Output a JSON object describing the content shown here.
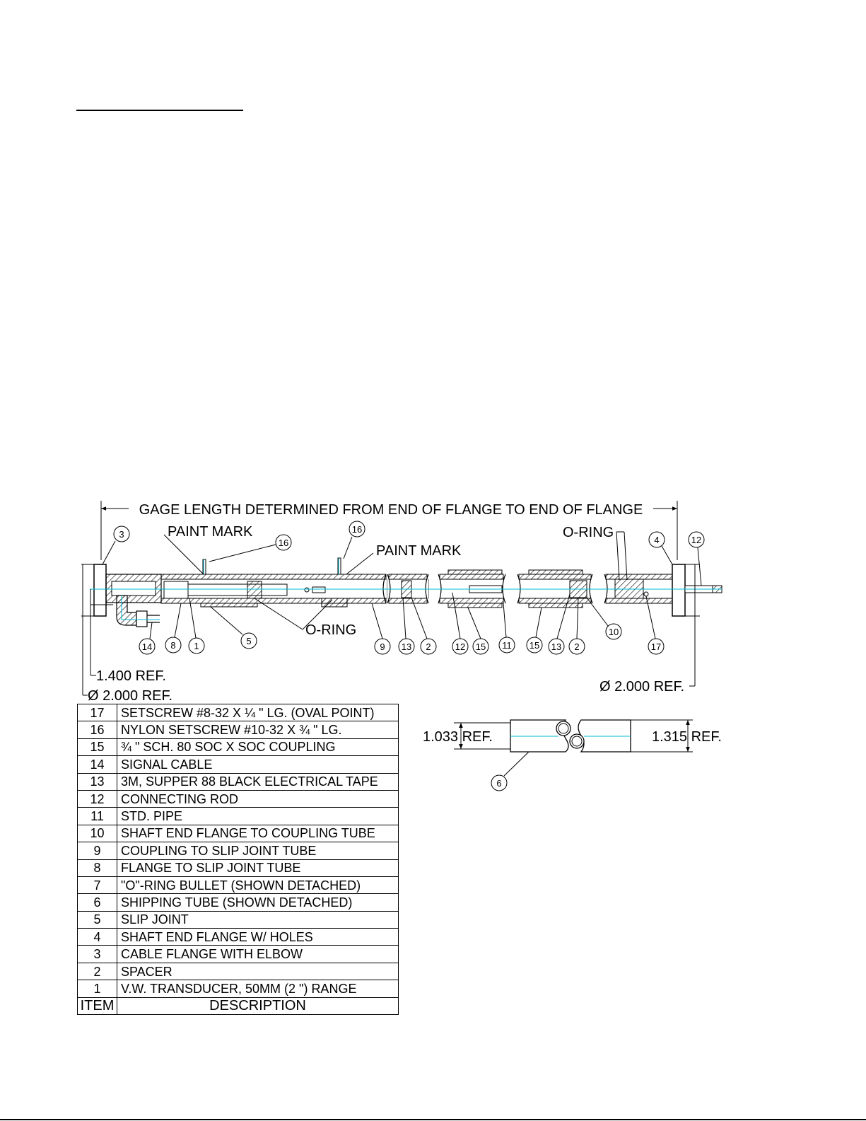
{
  "drawing": {
    "gage_length": "GAGE LENGTH DETERMINED FROM END OF FLANGE TO END OF FLANGE",
    "paint_mark": "PAINT MARK",
    "o_ring": "O-RING",
    "dim_1400": "1.400 REF.",
    "dim_2000_left": "Ø 2.000 REF.",
    "dim_2000_right": "Ø 2.000 REF.",
    "dim_1033": "1.033 REF.",
    "dim_1315": "1.315 REF.",
    "balloons": {
      "b3": "3",
      "b16a": "16",
      "b16b": "16",
      "b4": "4",
      "b12top": "12",
      "b14": "14",
      "b8": "8",
      "b1": "1",
      "b5": "5",
      "b9": "9",
      "b13a": "13",
      "b2a": "2",
      "b12b": "12",
      "b15a": "15",
      "b11": "11",
      "b15b": "15",
      "b13b": "13",
      "b2b": "2",
      "b10": "10",
      "b17": "17",
      "b6": "6"
    }
  },
  "bom": {
    "rows": [
      {
        "item": "17",
        "desc": "SETSCREW #8-32 X ¼ \" LG. (OVAL POINT)"
      },
      {
        "item": "16",
        "desc": "NYLON SETSCREW #10-32 X ¾ \" LG."
      },
      {
        "item": "15",
        "desc": "¾ \" SCH. 80 SOC X SOC COUPLING"
      },
      {
        "item": "14",
        "desc": "SIGNAL CABLE"
      },
      {
        "item": "13",
        "desc": "3M, SUPPER 88 BLACK ELECTRICAL TAPE"
      },
      {
        "item": "12",
        "desc": "CONNECTING ROD"
      },
      {
        "item": "11",
        "desc": "STD. PIPE"
      },
      {
        "item": "10",
        "desc": "SHAFT END FLANGE TO COUPLING TUBE"
      },
      {
        "item": "9",
        "desc": "COUPLING TO SLIP JOINT TUBE"
      },
      {
        "item": "8",
        "desc": "FLANGE TO SLIP JOINT TUBE"
      },
      {
        "item": "7",
        "desc": "\"O\"-RING BULLET (SHOWN DETACHED)"
      },
      {
        "item": "6",
        "desc": "SHIPPING TUBE (SHOWN DETACHED)"
      },
      {
        "item": "5",
        "desc": "SLIP JOINT"
      },
      {
        "item": "4",
        "desc": "SHAFT END FLANGE W/ HOLES"
      },
      {
        "item": "3",
        "desc": "CABLE FLANGE WITH ELBOW"
      },
      {
        "item": "2",
        "desc": "SPACER"
      },
      {
        "item": "1",
        "desc": "V.W. TRANSDUCER, 50MM (2 \") RANGE"
      }
    ],
    "header": {
      "item": "ITEM",
      "desc": "DESCRIPTION"
    }
  },
  "colors": {
    "line": "#000000",
    "centerline": "#00bcd4",
    "hatch": "#000000"
  }
}
